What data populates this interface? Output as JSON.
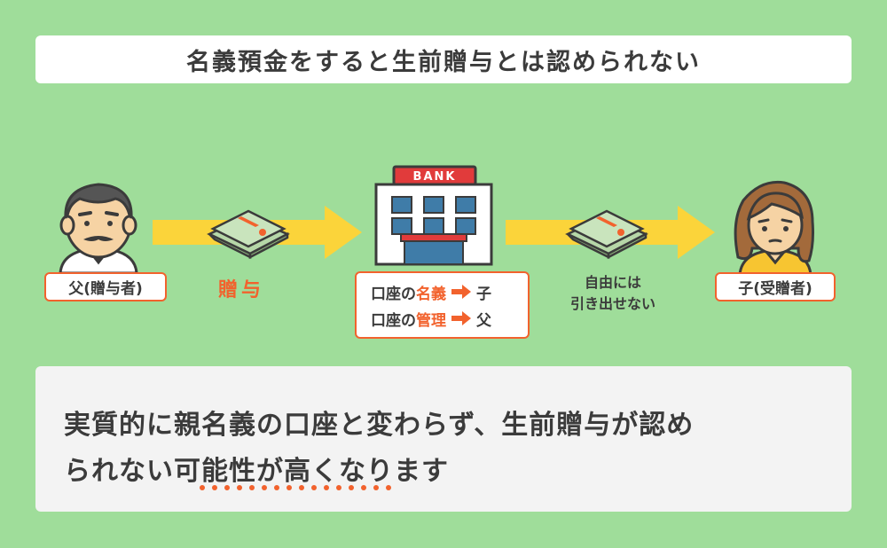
{
  "title": "名義預金をすると生前贈与とは認められない",
  "father_label": "父(贈与者)",
  "child_label": "子(受贈者)",
  "gift_label": "贈与",
  "bank_sign": "BANK",
  "account_rows": [
    {
      "prefix": "口座の",
      "keyword": "名義",
      "person": "子"
    },
    {
      "prefix": "口座の",
      "keyword": "管理",
      "person": "父"
    }
  ],
  "cannot_withdraw": [
    "自由には",
    "引き出せない"
  ],
  "conclusion": {
    "line1": "実質的に親名義の口座と変わらず、生前贈与が認め",
    "line2_before": "られない",
    "line2_emphasis": "可能性",
    "line2_after": "が高くなります"
  },
  "colors": {
    "background": "#9fdd9a",
    "accent": "#f2622d",
    "arrow": "#fbd43a",
    "text": "#3b3b3b"
  }
}
